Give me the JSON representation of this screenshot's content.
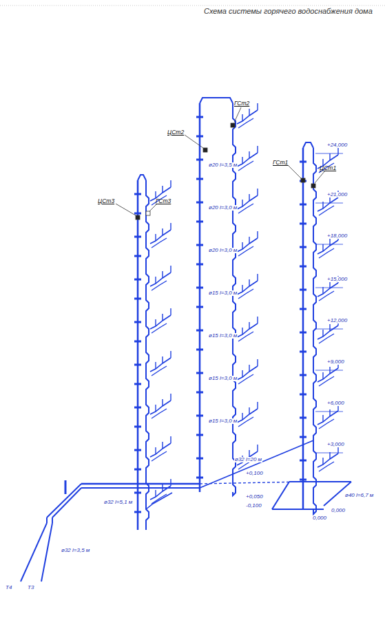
{
  "diagram": {
    "title": "Схема системы горячего водоснабжения дома",
    "labels": [
      "ЦСт3",
      "ГСт3",
      "ГСт2",
      "ЦСт2",
      "ГСт1",
      "ЦСт1",
      "+24,000",
      "+21,000",
      "+18,000",
      "+15,000",
      "+12,000",
      "+9,000",
      "+6,000",
      "+3,000",
      "0,000",
      "ø20 l=3,5 м",
      "ø20 l=3,0 м",
      "ø20 l=3,0 м",
      "ø15 l=3,0 м",
      "ø15 l=3,0 м",
      "ø15 l=3,0 м",
      "ø15 l=3,0 м",
      "ø32 l=3,5 м",
      "ø32 l=5,1 м",
      "ø32 l=20 м",
      "ø40 l=6,7 м",
      "+0,100",
      "+0,050",
      "-0,100",
      "0,000",
      "Т4",
      "Т3"
    ]
  }
}
